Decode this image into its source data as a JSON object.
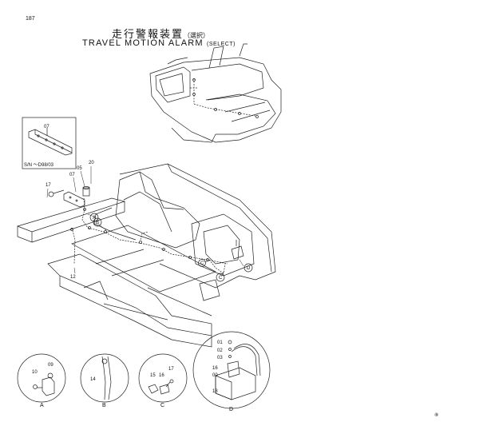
{
  "page_number": "187",
  "title_jp": "走行警報装置",
  "title_jp_select": "（選択）",
  "title_en": "TRAVEL MOTION ALARM",
  "title_en_select": "(SELECT)",
  "serial_note": "S/N    ～D98/03",
  "callouts": {
    "p01": "01",
    "p02": "02",
    "p03": "03",
    "p05": "05",
    "p07a": "07",
    "p07b": "07",
    "p09": "09",
    "p10": "10",
    "p12": "12",
    "p14": "14",
    "p15": "15",
    "p16a": "16",
    "p16b": "16",
    "p17a": "17",
    "p17b": "17",
    "p18": "18",
    "p20": "20",
    "p00": "00"
  },
  "detail_refs": {
    "A": "A",
    "B": "B",
    "C": "C",
    "D": "D",
    "C2": "C"
  },
  "detail_views": [
    "A",
    "B",
    "C",
    "D"
  ],
  "corner_mark": "⑧"
}
